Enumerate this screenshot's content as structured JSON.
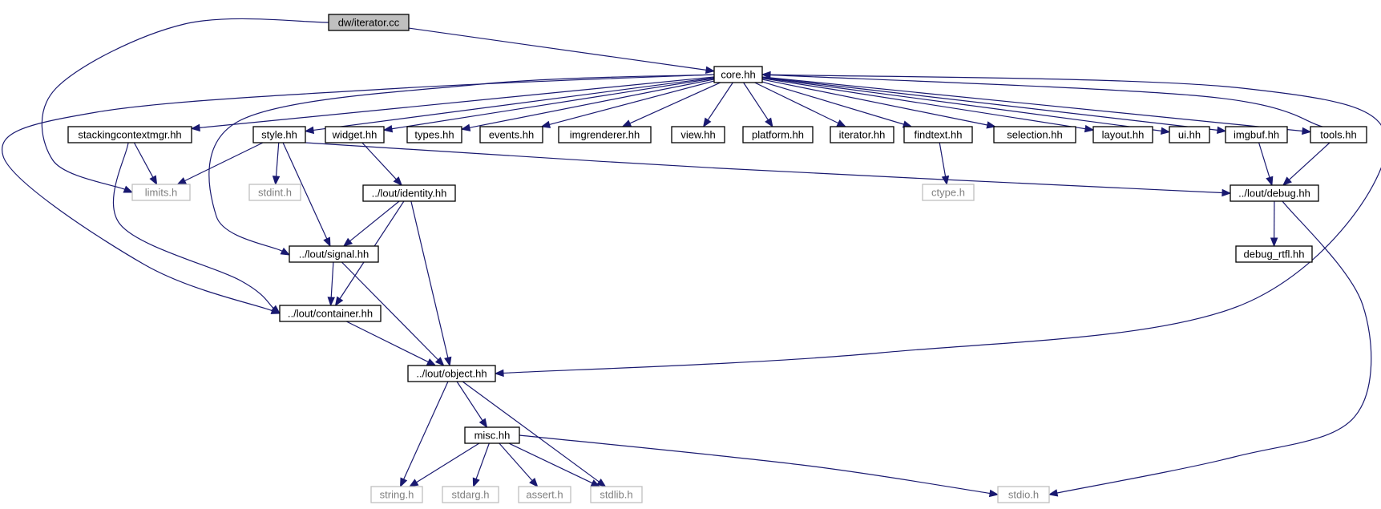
{
  "colors": {
    "edge": "#191970",
    "main_fill": "#bfbfbf",
    "main_stroke": "#000000",
    "normal_stroke": "#000000",
    "missing_stroke": "#bfbfbf",
    "missing_text": "#808080",
    "text": "#000000"
  },
  "nodes": [
    {
      "id": "iterator_cc",
      "label": "dw/iterator.cc",
      "style": "main"
    },
    {
      "id": "core",
      "label": "core.hh",
      "style": "normal"
    },
    {
      "id": "limits",
      "label": "limits.h",
      "style": "missing"
    },
    {
      "id": "container",
      "label": "../lout/container.hh",
      "style": "normal"
    },
    {
      "id": "stackingcontextmgr",
      "label": "stackingcontextmgr.hh",
      "style": "normal"
    },
    {
      "id": "style",
      "label": "style.hh",
      "style": "normal"
    },
    {
      "id": "widget",
      "label": "widget.hh",
      "style": "normal"
    },
    {
      "id": "types",
      "label": "types.hh",
      "style": "normal"
    },
    {
      "id": "events",
      "label": "events.hh",
      "style": "normal"
    },
    {
      "id": "imgrenderer",
      "label": "imgrenderer.hh",
      "style": "normal"
    },
    {
      "id": "view",
      "label": "view.hh",
      "style": "normal"
    },
    {
      "id": "platform",
      "label": "platform.hh",
      "style": "normal"
    },
    {
      "id": "iterator_hh",
      "label": "iterator.hh",
      "style": "normal"
    },
    {
      "id": "findtext",
      "label": "findtext.hh",
      "style": "normal"
    },
    {
      "id": "selection",
      "label": "selection.hh",
      "style": "normal"
    },
    {
      "id": "layout",
      "label": "layout.hh",
      "style": "normal"
    },
    {
      "id": "ui",
      "label": "ui.hh",
      "style": "normal"
    },
    {
      "id": "imgbuf",
      "label": "imgbuf.hh",
      "style": "normal"
    },
    {
      "id": "tools",
      "label": "tools.hh",
      "style": "normal"
    },
    {
      "id": "stdint",
      "label": "stdint.h",
      "style": "missing"
    },
    {
      "id": "identity",
      "label": "../lout/identity.hh",
      "style": "normal"
    },
    {
      "id": "ctype",
      "label": "ctype.h",
      "style": "missing"
    },
    {
      "id": "debug",
      "label": "../lout/debug.hh",
      "style": "normal"
    },
    {
      "id": "signal",
      "label": "../lout/signal.hh",
      "style": "normal"
    },
    {
      "id": "debug_rtfl",
      "label": "debug_rtfl.hh",
      "style": "normal"
    },
    {
      "id": "object",
      "label": "../lout/object.hh",
      "style": "normal"
    },
    {
      "id": "misc",
      "label": "misc.hh",
      "style": "normal"
    },
    {
      "id": "string",
      "label": "string.h",
      "style": "missing"
    },
    {
      "id": "stdarg",
      "label": "stdarg.h",
      "style": "missing"
    },
    {
      "id": "assert",
      "label": "assert.h",
      "style": "missing"
    },
    {
      "id": "stdlib",
      "label": "stdlib.h",
      "style": "missing"
    },
    {
      "id": "stdio",
      "label": "stdio.h",
      "style": "missing"
    }
  ],
  "edges": [
    {
      "from": "iterator_cc",
      "to": "core"
    },
    {
      "from": "iterator_cc",
      "to": "limits"
    },
    {
      "from": "core",
      "to": "container"
    },
    {
      "from": "core",
      "to": "stackingcontextmgr"
    },
    {
      "from": "core",
      "to": "style"
    },
    {
      "from": "core",
      "to": "widget"
    },
    {
      "from": "core",
      "to": "types"
    },
    {
      "from": "core",
      "to": "events"
    },
    {
      "from": "core",
      "to": "imgrenderer"
    },
    {
      "from": "core",
      "to": "view"
    },
    {
      "from": "core",
      "to": "platform"
    },
    {
      "from": "core",
      "to": "iterator_hh"
    },
    {
      "from": "core",
      "to": "findtext"
    },
    {
      "from": "core",
      "to": "selection"
    },
    {
      "from": "core",
      "to": "layout"
    },
    {
      "from": "core",
      "to": "ui"
    },
    {
      "from": "core",
      "to": "imgbuf"
    },
    {
      "from": "core",
      "to": "tools"
    },
    {
      "from": "core",
      "to": "signal"
    },
    {
      "from": "core",
      "to": "object"
    },
    {
      "from": "stackingcontextmgr",
      "to": "limits"
    },
    {
      "from": "stackingcontextmgr",
      "to": "container"
    },
    {
      "from": "style",
      "to": "limits"
    },
    {
      "from": "style",
      "to": "stdint"
    },
    {
      "from": "style",
      "to": "signal"
    },
    {
      "from": "style",
      "to": "debug"
    },
    {
      "from": "widget",
      "to": "identity"
    },
    {
      "from": "identity",
      "to": "signal"
    },
    {
      "from": "identity",
      "to": "container"
    },
    {
      "from": "identity",
      "to": "object"
    },
    {
      "from": "signal",
      "to": "container"
    },
    {
      "from": "signal",
      "to": "object"
    },
    {
      "from": "container",
      "to": "object"
    },
    {
      "from": "findtext",
      "to": "ctype"
    },
    {
      "from": "imgbuf",
      "to": "debug"
    },
    {
      "from": "tools",
      "to": "core"
    },
    {
      "from": "tools",
      "to": "debug"
    },
    {
      "from": "debug",
      "to": "debug_rtfl"
    },
    {
      "from": "debug",
      "to": "stdio"
    },
    {
      "from": "object",
      "to": "misc"
    },
    {
      "from": "object",
      "to": "string"
    },
    {
      "from": "object",
      "to": "stdlib"
    },
    {
      "from": "misc",
      "to": "string"
    },
    {
      "from": "misc",
      "to": "stdarg"
    },
    {
      "from": "misc",
      "to": "assert"
    },
    {
      "from": "misc",
      "to": "stdlib"
    },
    {
      "from": "misc",
      "to": "stdio"
    }
  ]
}
